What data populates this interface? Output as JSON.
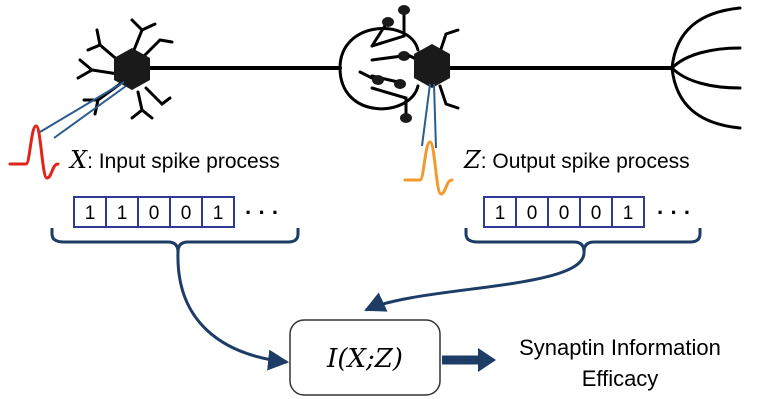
{
  "input": {
    "symbol": "X",
    "label": ": Input spike process",
    "bits": [
      "1",
      "1",
      "0",
      "0",
      "1"
    ],
    "ellipsis": "· · ·"
  },
  "output": {
    "symbol": "Z",
    "label": ": Output spike process",
    "bits": [
      "1",
      "0",
      "0",
      "0",
      "1"
    ],
    "ellipsis": "· · ·"
  },
  "mi_box": {
    "label": "I(X;Z)"
  },
  "result": {
    "line1": "Synaptin Information",
    "line2": "Efficacy"
  },
  "colors": {
    "neuron": "#000000",
    "probe": "#2b5c8e",
    "bit_box": "#2f3a94",
    "arrow": "#1d3d66",
    "input_spike": "#e2231a",
    "output_spike": "#f29a2e"
  }
}
